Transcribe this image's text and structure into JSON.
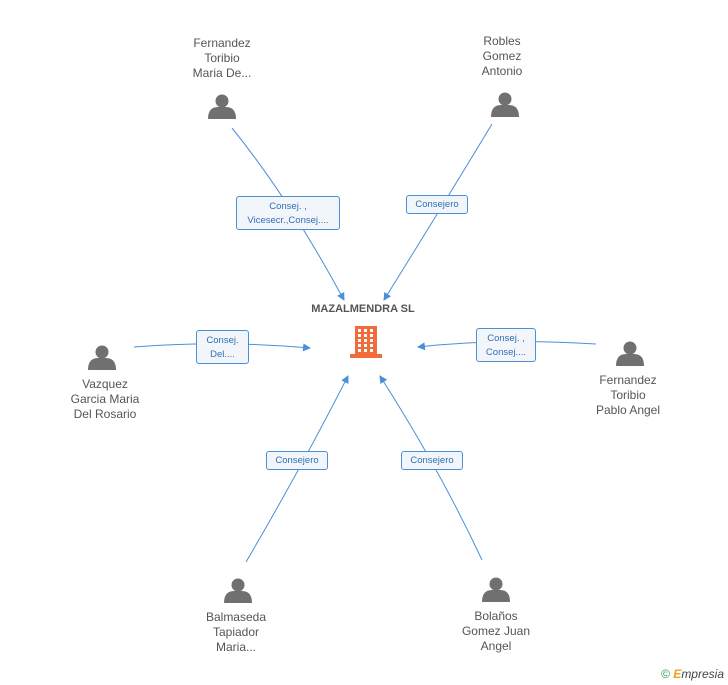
{
  "company": {
    "name": "MAZALMENDRA SL",
    "icon": "building-icon",
    "color": "#f26b3a"
  },
  "people": [
    {
      "id": "p1",
      "icon": "person-icon",
      "lines": [
        "Fernandez",
        "Toribio",
        "Maria De..."
      ],
      "role_lines": [
        "Consej. ,",
        "Vicesecr.,Consej...."
      ]
    },
    {
      "id": "p2",
      "icon": "person-icon",
      "lines": [
        "Robles",
        "Gomez",
        "Antonio"
      ],
      "role_lines": [
        "Consejero"
      ]
    },
    {
      "id": "p3",
      "icon": "person-icon",
      "lines": [
        "Vazquez",
        "Garcia Maria",
        "Del Rosario"
      ],
      "role_lines": [
        "Consej.",
        "Del...."
      ]
    },
    {
      "id": "p4",
      "icon": "person-icon",
      "lines": [
        "Fernandez",
        "Toribio",
        "Pablo Angel"
      ],
      "role_lines": [
        "Consej. ,",
        "Consej...."
      ]
    },
    {
      "id": "p5",
      "icon": "person-icon",
      "lines": [
        "Balmaseda",
        "Tapiador",
        "Maria..."
      ],
      "role_lines": [
        "Consejero"
      ]
    },
    {
      "id": "p6",
      "icon": "person-icon",
      "lines": [
        "Bolaños",
        "Gomez Juan",
        "Angel"
      ],
      "role_lines": [
        "Consejero"
      ]
    }
  ],
  "colors": {
    "edge": "#4a90d9",
    "person": "#707070",
    "label_text": "#555555"
  },
  "footer": {
    "copyright": "©",
    "brand_initial": "E",
    "brand_rest": "mpresia"
  }
}
